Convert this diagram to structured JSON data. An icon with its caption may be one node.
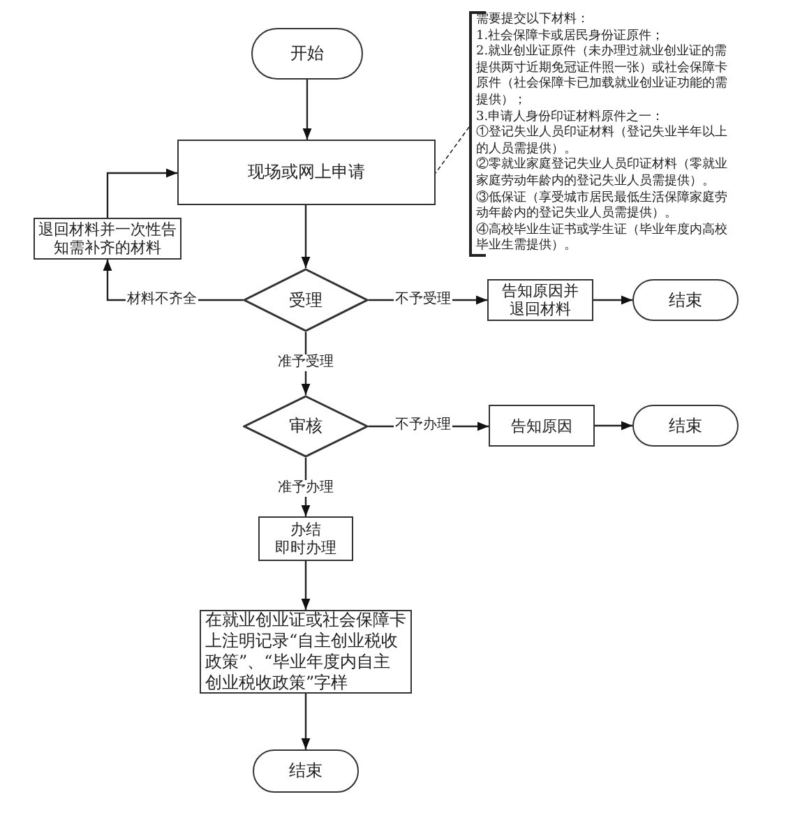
{
  "diagram": {
    "nodes": [
      {
        "text": [
          "开始"
        ]
      },
      {
        "text": [
          "现场或网上申请"
        ]
      },
      {
        "text": [
          "退回材料并一次性告知需补齐的材料"
        ]
      },
      {
        "text": [
          "受理"
        ]
      },
      {
        "text": [
          "告知原因并退回材料"
        ]
      },
      {
        "text": [
          "结束"
        ]
      },
      {
        "text": [
          "审核"
        ]
      },
      {
        "text": [
          "告知原因"
        ]
      },
      {
        "text": [
          "结束"
        ]
      },
      {
        "text": [
          "办结",
          "即时办理"
        ]
      },
      {
        "text": [
          "在就业创业证或社会保障卡上注明记录“自主创业税收政策”、“毕业年度内自主创业税收政策”字样"
        ]
      },
      {
        "text": [
          "结束"
        ]
      },
      {
        "text": [
          "需要提交以下材料：",
          "1.社会保障卡或居民身份证原件；",
          "2.就业创业证原件（未办理过就业创业证的需提供两寸近期免冠证件照一张）或社会保障卡原件（社会保障卡已加载就业创业证功能的需提供）；",
          "3.申请人身份印证材料原件之一：",
          "①登记失业人员印证材料（登记失业半年以上的人员需提供）。",
          "②零就业家庭登记失业人员印证材料（零就业家庭劳动年龄内的登记失业人员需提供）。",
          "③低保证（享受城市居民最低生活保障家庭劳动年龄内的登记失业人员需提供）。",
          "④高校毕业生证书或学生证（毕业年度内高校毕业生需提供）。"
        ]
      }
    ],
    "edges": [
      {
        "from": 0,
        "to": 1,
        "arrow": "to"
      },
      {
        "from": 1,
        "to": 3,
        "arrow": "to"
      },
      {
        "from": 3,
        "to": 2,
        "arrow": "to",
        "label": "材料不齐全"
      },
      {
        "from": 2,
        "to": 1,
        "arrow": "to"
      },
      {
        "from": 3,
        "to": 4,
        "arrow": "to",
        "label": "不予受理"
      },
      {
        "from": 4,
        "to": 5,
        "arrow": "to"
      },
      {
        "from": 3,
        "to": 6,
        "arrow": "to",
        "label": "准予受理"
      },
      {
        "from": 6,
        "to": 7,
        "arrow": "to",
        "label": "不予办理"
      },
      {
        "from": 7,
        "to": 8,
        "arrow": "to"
      },
      {
        "from": 6,
        "to": 9,
        "arrow": "to",
        "label": "准予办理"
      },
      {
        "from": 9,
        "to": 10,
        "arrow": "to"
      },
      {
        "from": 10,
        "to": 11,
        "arrow": "to"
      },
      {
        "from": 12,
        "to": 1,
        "arrow": "none",
        "style": "dashed"
      }
    ]
  }
}
